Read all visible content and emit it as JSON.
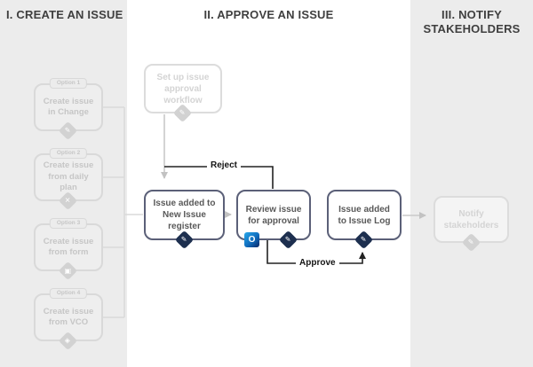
{
  "header": {
    "phase1": "I. CREATE AN ISSUE",
    "phase2": "II. APPROVE AN ISSUE",
    "phase3": "III. NOTIFY STAKEHOLDERS"
  },
  "create": {
    "options": [
      {
        "tab": "Option 1",
        "label": "Create issue in Change",
        "icon": "compose-icon",
        "glyph": "✎"
      },
      {
        "tab": "Option 2",
        "label": "Create issue from daily plan",
        "icon": "cross-icon",
        "glyph": "✕"
      },
      {
        "tab": "Option 3",
        "label": "Create issue from form",
        "icon": "camera-icon",
        "glyph": "▣"
      },
      {
        "tab": "Option 4",
        "label": "Create issue from VCO",
        "icon": "shield-icon",
        "glyph": "◈"
      }
    ]
  },
  "approve": {
    "setup": "Set up issue approval workflow",
    "register": "Issue added to New Issue register",
    "review": "Review issue for approval",
    "log": "Issue added to Issue Log",
    "reject_label": "Reject",
    "approve_label": "Approve",
    "outlook_glyph": "O"
  },
  "notify": {
    "stakeholders": "Notify stakeholders"
  },
  "badges": {
    "pencil_glyph": "✎"
  },
  "colors": {
    "active_border": "#5b6078",
    "badge_navy": "#1d2f4f",
    "faded_border": "#dcdcdc",
    "panel_gray": "#ececec",
    "outlook_blue": "#0f6cbd",
    "edge_dark": "#222222",
    "edge_gray": "#c9c9c9"
  }
}
